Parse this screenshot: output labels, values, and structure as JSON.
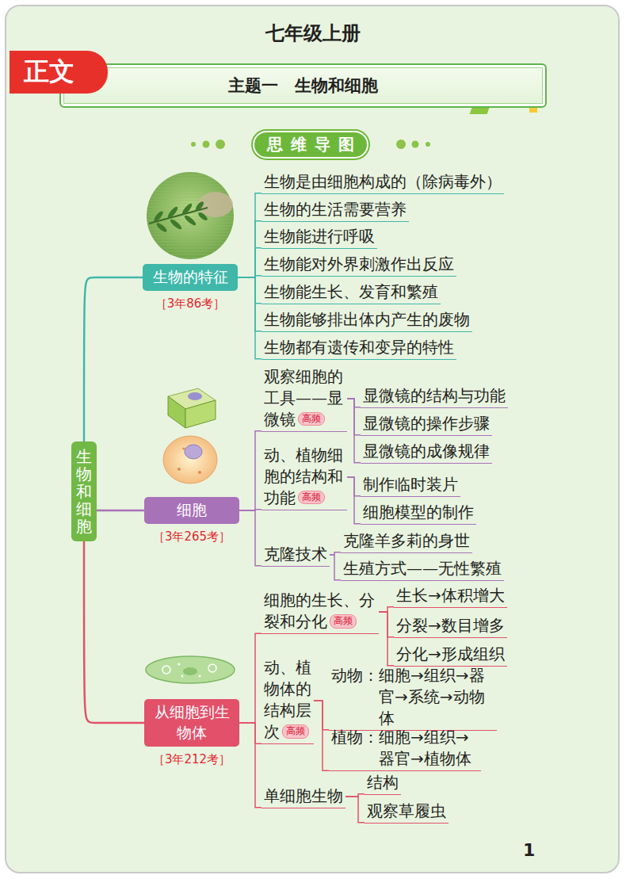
{
  "diagram": {
    "title": "七年级上册",
    "nodes": [
      {
        "text": [
          "正文"
        ]
      },
      {
        "text": [
          "主题一　生物和细胞"
        ]
      },
      {
        "text": [
          "思维导图"
        ]
      },
      {
        "text": [
          "生物和细胞"
        ]
      },
      {
        "text": [
          "生物的特征",
          "［3年86考］"
        ]
      },
      {
        "text": [
          "生物是由细胞构成的（除病毒外）"
        ]
      },
      {
        "text": [
          "生物的生活需要营养"
        ]
      },
      {
        "text": [
          "生物能进行呼吸"
        ]
      },
      {
        "text": [
          "生物能对外界刺激作出反应"
        ]
      },
      {
        "text": [
          "生物能生长、发育和繁殖"
        ]
      },
      {
        "text": [
          "生物能够排出体内产生的废物"
        ]
      },
      {
        "text": [
          "生物都有遗传和变异的特性"
        ]
      },
      {
        "text": [
          "细胞",
          "［3年265考］"
        ]
      },
      {
        "text": [
          "观察细胞的工具——显微镜"
        ]
      },
      {
        "text": [
          "高频"
        ],
        "in": 13
      },
      {
        "text": [
          "显微镜的结构与功能"
        ]
      },
      {
        "text": [
          "显微镜的操作步骤"
        ]
      },
      {
        "text": [
          "显微镜的成像规律"
        ]
      },
      {
        "text": [
          "动、植物细胞的结构和功能"
        ]
      },
      {
        "text": [
          "高频"
        ],
        "in": 18
      },
      {
        "text": [
          "制作临时装片"
        ]
      },
      {
        "text": [
          "细胞模型的制作"
        ]
      },
      {
        "text": [
          "克隆技术"
        ]
      },
      {
        "text": [
          "克隆羊多莉的身世"
        ]
      },
      {
        "text": [
          "生殖方式——无性繁殖"
        ]
      },
      {
        "text": [
          "从细胞到生物体",
          "［3年212考］"
        ]
      },
      {
        "text": [
          "细胞的生长、分裂和分化"
        ]
      },
      {
        "text": [
          "高频"
        ],
        "in": 26
      },
      {
        "text": [
          "生长→体积增大"
        ]
      },
      {
        "text": [
          "分裂→数目增多"
        ]
      },
      {
        "text": [
          "分化→形成组织"
        ]
      },
      {
        "text": [
          "动、植物体的结构层次"
        ]
      },
      {
        "text": [
          "高频"
        ],
        "in": 31
      },
      {
        "text": [
          "动物：细胞→组织→器官→系统→动物体"
        ]
      },
      {
        "text": [
          "植物：细胞→组织→器官→植物体"
        ]
      },
      {
        "text": [
          "单细胞生物"
        ]
      },
      {
        "text": [
          "结构"
        ]
      },
      {
        "text": [
          "观察草履虫"
        ]
      }
    ],
    "edges": [
      {
        "from": 3,
        "to": 4,
        "arrow": "none"
      },
      {
        "from": 3,
        "to": 12,
        "arrow": "none"
      },
      {
        "from": 3,
        "to": 25,
        "arrow": "none"
      },
      {
        "from": 4,
        "to": 5,
        "arrow": "none"
      },
      {
        "from": 4,
        "to": 6,
        "arrow": "none"
      },
      {
        "from": 4,
        "to": 7,
        "arrow": "none"
      },
      {
        "from": 4,
        "to": 8,
        "arrow": "none"
      },
      {
        "from": 4,
        "to": 9,
        "arrow": "none"
      },
      {
        "from": 4,
        "to": 10,
        "arrow": "none"
      },
      {
        "from": 4,
        "to": 11,
        "arrow": "none"
      },
      {
        "from": 12,
        "to": 13,
        "arrow": "none"
      },
      {
        "from": 12,
        "to": 18,
        "arrow": "none"
      },
      {
        "from": 12,
        "to": 22,
        "arrow": "none"
      },
      {
        "from": 13,
        "to": 15,
        "arrow": "none"
      },
      {
        "from": 13,
        "to": 16,
        "arrow": "none"
      },
      {
        "from": 13,
        "to": 17,
        "arrow": "none"
      },
      {
        "from": 18,
        "to": 20,
        "arrow": "none"
      },
      {
        "from": 18,
        "to": 21,
        "arrow": "none"
      },
      {
        "from": 22,
        "to": 23,
        "arrow": "none"
      },
      {
        "from": 22,
        "to": 24,
        "arrow": "none"
      },
      {
        "from": 25,
        "to": 26,
        "arrow": "none"
      },
      {
        "from": 25,
        "to": 31,
        "arrow": "none"
      },
      {
        "from": 25,
        "to": 35,
        "arrow": "none"
      },
      {
        "from": 26,
        "to": 28,
        "arrow": "none"
      },
      {
        "from": 26,
        "to": 29,
        "arrow": "none"
      },
      {
        "from": 26,
        "to": 30,
        "arrow": "none"
      },
      {
        "from": 31,
        "to": 33,
        "arrow": "none"
      },
      {
        "from": 31,
        "to": 34,
        "arrow": "none"
      },
      {
        "from": 35,
        "to": 36,
        "arrow": "none"
      },
      {
        "from": 35,
        "to": 37,
        "arrow": "none"
      }
    ],
    "labels": [
      "1"
    ]
  }
}
